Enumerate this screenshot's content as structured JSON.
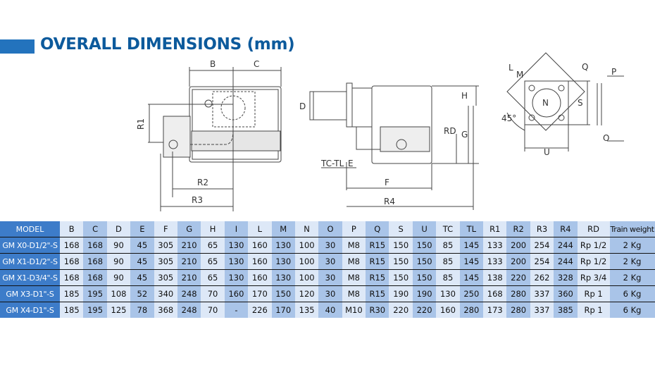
{
  "title": "OVERALL DIMENSIONS (mm)",
  "drawing_labels": {
    "B": "B",
    "C": "C",
    "R1": "R1",
    "R2": "R2",
    "R3": "R3",
    "D": "D",
    "H": "H",
    "RD": "RD",
    "G": "G",
    "TC_TL": "TC-TL",
    "E": "E",
    "F": "F",
    "R4": "R4",
    "L": "L",
    "M": "M",
    "Q": "Q",
    "N": "N",
    "angle": "45°",
    "S": "S",
    "U": "U",
    "P": "P",
    "O": "O"
  },
  "table": {
    "headers": [
      "MODEL",
      "B",
      "C",
      "D",
      "E",
      "F",
      "G",
      "H",
      "I",
      "L",
      "M",
      "N",
      "O",
      "P",
      "Q",
      "S",
      "U",
      "TC",
      "TL",
      "R1",
      "R2",
      "R3",
      "R4",
      "RD",
      "Train weight"
    ],
    "rows": [
      [
        "GM X0-D1/2\"-S",
        "168",
        "168",
        "90",
        "45",
        "305",
        "210",
        "65",
        "130",
        "160",
        "130",
        "100",
        "30",
        "M8",
        "R15",
        "150",
        "150",
        "85",
        "145",
        "133",
        "200",
        "254",
        "244",
        "Rp 1/2",
        "2 Kg"
      ],
      [
        "GM X1-D1/2\"-S",
        "168",
        "168",
        "90",
        "45",
        "305",
        "210",
        "65",
        "130",
        "160",
        "130",
        "100",
        "30",
        "M8",
        "R15",
        "150",
        "150",
        "85",
        "145",
        "133",
        "200",
        "254",
        "244",
        "Rp 1/2",
        "2 Kg"
      ],
      [
        "GM X1-D3/4\"-S",
        "168",
        "168",
        "90",
        "45",
        "305",
        "210",
        "65",
        "130",
        "160",
        "130",
        "100",
        "30",
        "M8",
        "R15",
        "150",
        "150",
        "85",
        "145",
        "138",
        "220",
        "262",
        "328",
        "Rp 3/4",
        "2 Kg"
      ],
      [
        "GM X3-D1\"-S",
        "185",
        "195",
        "108",
        "52",
        "340",
        "248",
        "70",
        "160",
        "170",
        "150",
        "120",
        "30",
        "M8",
        "R15",
        "190",
        "190",
        "130",
        "250",
        "168",
        "280",
        "337",
        "360",
        "Rp 1",
        "6 Kg"
      ],
      [
        "GM X4-D1\"-S",
        "185",
        "195",
        "125",
        "78",
        "368",
        "248",
        "70",
        "-",
        "226",
        "170",
        "135",
        "40",
        "M10",
        "R30",
        "220",
        "220",
        "160",
        "280",
        "173",
        "280",
        "337",
        "385",
        "Rp 1",
        "6 Kg"
      ]
    ]
  }
}
